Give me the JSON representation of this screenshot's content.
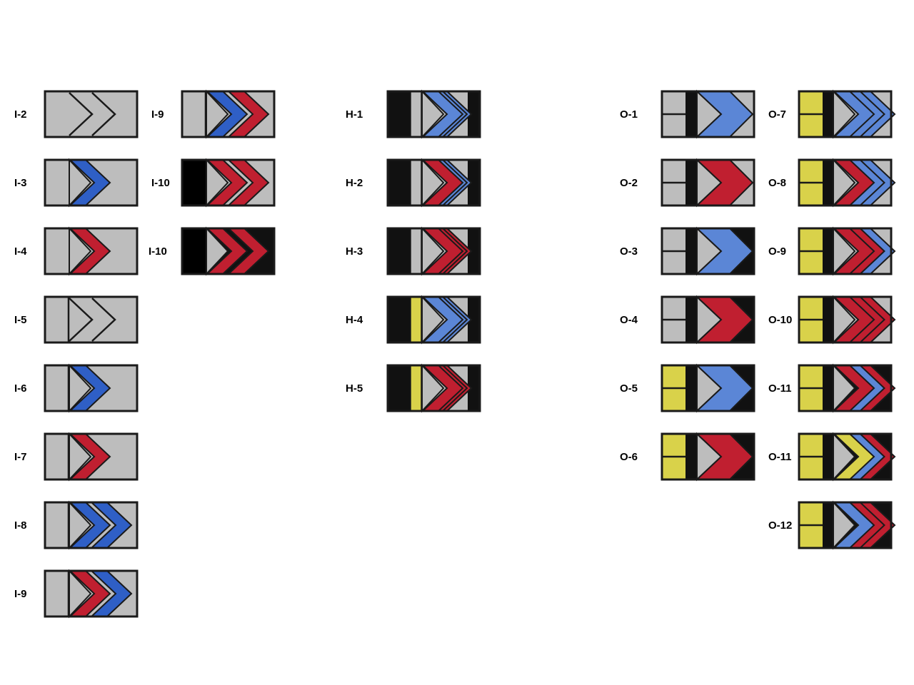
{
  "colors": {
    "gray": "#bdbdbd",
    "blue_dark": "#2f5fc6",
    "blue_light": "#5b86d6",
    "red": "#c01f30",
    "black": "#111111",
    "yellow": "#d9d24a",
    "outline": "#1a1a1a"
  },
  "insignia": [
    {
      "label": "I-2",
      "left": "gray",
      "stripes": [],
      "chevrons": [
        "outline",
        "outline"
      ],
      "field": "gray"
    },
    {
      "label": "I-3",
      "left": "gray",
      "stripes": [],
      "chevrons": [
        "blue_dark"
      ],
      "field": "gray"
    },
    {
      "label": "I-4",
      "left": "gray",
      "stripes": [],
      "chevrons": [
        "red"
      ],
      "field": "gray"
    },
    {
      "label": "I-5",
      "left": "gray",
      "stripes": [
        "divider"
      ],
      "chevrons": [
        "outline",
        "outline"
      ],
      "field": "gray"
    },
    {
      "label": "I-6",
      "left": "gray",
      "stripes": [
        "divider"
      ],
      "chevrons": [
        "blue_dark"
      ],
      "field": "gray"
    },
    {
      "label": "I-7",
      "left": "gray",
      "stripes": [
        "divider"
      ],
      "chevrons": [
        "red"
      ],
      "field": "gray"
    },
    {
      "label": "I-8",
      "left": "gray",
      "stripes": [
        "divider"
      ],
      "chevrons": [
        "blue_dark",
        "blue_dark"
      ],
      "field": "gray"
    },
    {
      "label": "I-9",
      "left": "gray",
      "stripes": [
        "divider"
      ],
      "chevrons": [
        "red",
        "blue_dark"
      ],
      "field": "gray"
    },
    {
      "label": "I-9",
      "left": "gray",
      "stripes": [
        "divider"
      ],
      "chevrons": [
        "blue_dark",
        "red"
      ],
      "field": "gray"
    },
    {
      "label": "I-10",
      "left": "black",
      "stripes": [
        "divider"
      ],
      "chevrons": [
        "red",
        "red"
      ],
      "field": "gray"
    },
    {
      "label": "I-10",
      "left": "black",
      "stripes": [
        "divider"
      ],
      "chevrons": [
        "red",
        "red"
      ],
      "field": "black"
    },
    {
      "label": "H-1",
      "left": "black",
      "stripes": [
        "gray_band"
      ],
      "chevrons": [
        "blue_light",
        "blue_light",
        "blue_light"
      ],
      "field": "gray",
      "tail": "black"
    },
    {
      "label": "H-2",
      "left": "black",
      "stripes": [
        "gray_band"
      ],
      "chevrons": [
        "red",
        "blue_light",
        "blue_light"
      ],
      "field": "gray",
      "tail": "black"
    },
    {
      "label": "H-3",
      "left": "black",
      "stripes": [
        "gray_band"
      ],
      "chevrons": [
        "red",
        "red",
        "red"
      ],
      "field": "gray",
      "tail": "black"
    },
    {
      "label": "H-4",
      "left": "black",
      "stripes": [
        "yellow_band"
      ],
      "chevrons": [
        "blue_light",
        "blue_light",
        "blue_light"
      ],
      "field": "gray",
      "tail": "black"
    },
    {
      "label": "H-5",
      "left": "black",
      "stripes": [
        "yellow_band"
      ],
      "chevrons": [
        "red",
        "red",
        "red"
      ],
      "field": "gray",
      "tail": "black"
    },
    {
      "label": "O-1",
      "left": "gray_split",
      "stripes": [
        "black_band"
      ],
      "big": "blue_light",
      "field": "gray"
    },
    {
      "label": "O-2",
      "left": "gray_split",
      "stripes": [
        "black_band"
      ],
      "big": "red",
      "field": "gray"
    },
    {
      "label": "O-3",
      "left": "gray_split",
      "stripes": [
        "black_band"
      ],
      "big": "blue_light",
      "field": "black"
    },
    {
      "label": "O-4",
      "left": "gray_split",
      "stripes": [
        "black_band"
      ],
      "big": "red",
      "field": "black"
    },
    {
      "label": "O-5",
      "left": "yellow_split",
      "stripes": [
        "black_band"
      ],
      "big": "blue_light",
      "field": "black"
    },
    {
      "label": "O-6",
      "left": "yellow_split",
      "stripes": [
        "black_band"
      ],
      "big": "red",
      "field": "black"
    },
    {
      "label": "O-7",
      "left": "yellow_split",
      "stripes": [
        "black_band"
      ],
      "chevrons": [
        "blue_light",
        "blue_light",
        "blue_light"
      ],
      "field": "gray"
    },
    {
      "label": "O-8",
      "left": "yellow_split",
      "stripes": [
        "black_band"
      ],
      "chevrons": [
        "red",
        "blue_light",
        "blue_light"
      ],
      "field": "gray"
    },
    {
      "label": "O-9",
      "left": "yellow_split",
      "stripes": [
        "black_band"
      ],
      "chevrons": [
        "red",
        "red",
        "blue_light"
      ],
      "field": "gray"
    },
    {
      "label": "O-10",
      "left": "yellow_split",
      "stripes": [
        "black_band"
      ],
      "chevrons": [
        "red",
        "red",
        "red"
      ],
      "field": "gray"
    },
    {
      "label": "O-11",
      "left": "yellow_split",
      "stripes": [
        "black_band"
      ],
      "chevrons": [
        "red",
        "blue_light",
        "red"
      ],
      "field": "black"
    },
    {
      "label": "O-11",
      "left": "yellow_split",
      "stripes": [
        "black_band"
      ],
      "chevrons": [
        "yellow",
        "blue_light",
        "red"
      ],
      "field": "black"
    },
    {
      "label": "O-12",
      "left": "yellow_split",
      "stripes": [
        "black_band"
      ],
      "chevrons": [
        "blue_light",
        "red",
        "red"
      ],
      "field": "black"
    }
  ]
}
